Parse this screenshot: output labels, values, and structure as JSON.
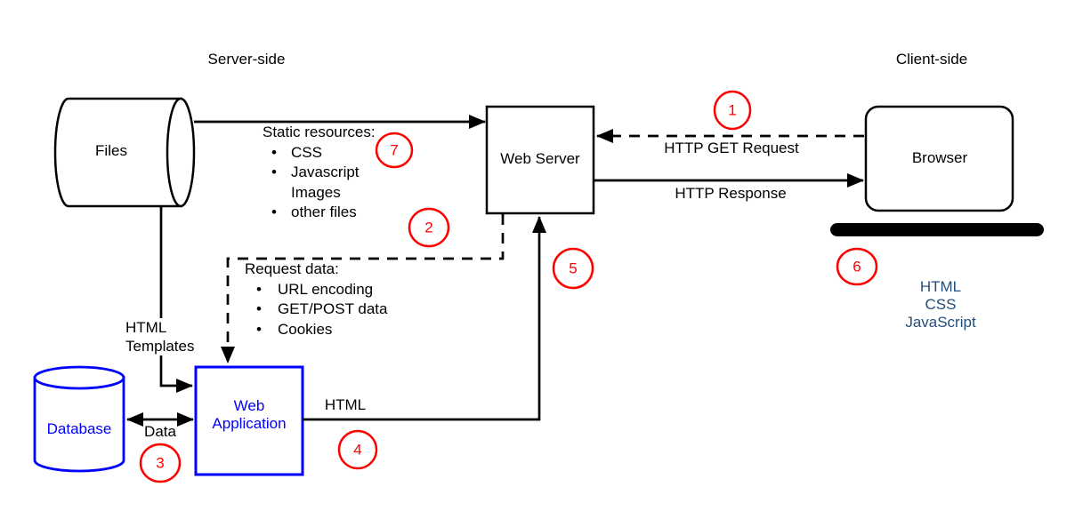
{
  "colors": {
    "line_black": "#000000",
    "node_blue": "#0000ff",
    "step_red": "#ff0000",
    "client_tech_blue": "#254e7b"
  },
  "regions": {
    "server_side": "Server-side",
    "client_side": "Client-side"
  },
  "nodes": {
    "files": {
      "label": "Files"
    },
    "web_server": {
      "label": "Web Server"
    },
    "browser": {
      "label": "Browser"
    },
    "database": {
      "label": "Database"
    },
    "web_application": {
      "label": "Web\nApplication"
    }
  },
  "edges": {
    "http_get_request": {
      "label": "HTTP GET Request"
    },
    "http_response": {
      "label": "HTTP Response"
    },
    "html_templates": {
      "label": "HTML\nTemplates"
    },
    "data": {
      "label": "Data"
    },
    "html": {
      "label": "HTML"
    }
  },
  "lists": {
    "static_resources": {
      "heading": "Static resources:",
      "items": [
        {
          "bullet": "•",
          "text": "CSS"
        },
        {
          "bullet": "•",
          "text": "Javascript"
        },
        {
          "bullet": "",
          "text": "Images"
        },
        {
          "bullet": "•",
          "text": "other files"
        }
      ]
    },
    "request_data": {
      "heading": "Request data:",
      "items": [
        {
          "bullet": "•",
          "text": "URL encoding"
        },
        {
          "bullet": "•",
          "text": "GET/POST data"
        },
        {
          "bullet": "•",
          "text": "Cookies"
        }
      ]
    },
    "client_tech": {
      "items": [
        "HTML",
        "CSS",
        "JavaScript"
      ]
    }
  },
  "steps": [
    "1",
    "2",
    "3",
    "4",
    "5",
    "6",
    "7"
  ]
}
